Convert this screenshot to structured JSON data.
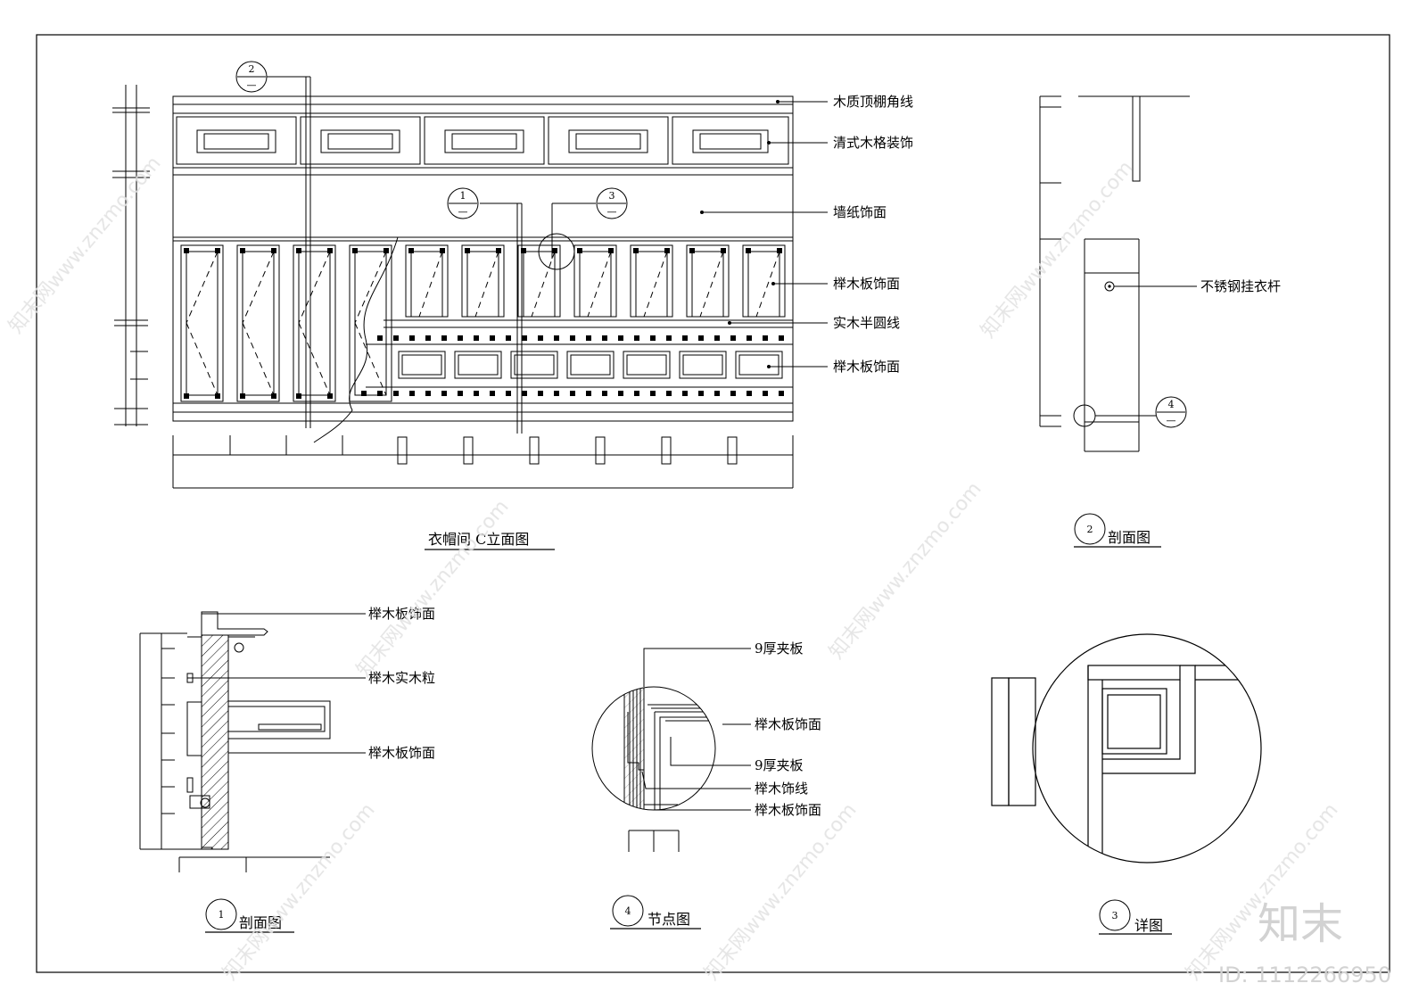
{
  "elevation": {
    "title": "衣帽间 C立面图",
    "callouts": [
      "木质顶棚角线",
      "清式木格装饰",
      "墙纸饰面",
      "榉木板饰面",
      "实木半圆线",
      "榉木板饰面"
    ],
    "markers": [
      {
        "num": "2",
        "sub": "—"
      },
      {
        "num": "1",
        "sub": "—"
      },
      {
        "num": "3",
        "sub": "—"
      }
    ]
  },
  "section2": {
    "title": "剖面图",
    "num": "2",
    "callout": "不锈钢挂衣杆",
    "marker": {
      "num": "4",
      "sub": "—"
    }
  },
  "section1": {
    "title": "剖面图",
    "num": "1",
    "callouts": [
      "榉木板饰面",
      "榉木实木粒",
      "榉木板饰面"
    ]
  },
  "node4": {
    "title": "节点图",
    "num": "4",
    "callouts": [
      "9厚夹板",
      "榉木板饰面",
      "9厚夹板",
      "榉木饰线",
      "榉木板饰面"
    ]
  },
  "detail3": {
    "title": "详图",
    "num": "3"
  },
  "watermark": {
    "text": "知末网www.znzmo.com",
    "logo": "知末",
    "id": "ID: 1112266950"
  }
}
